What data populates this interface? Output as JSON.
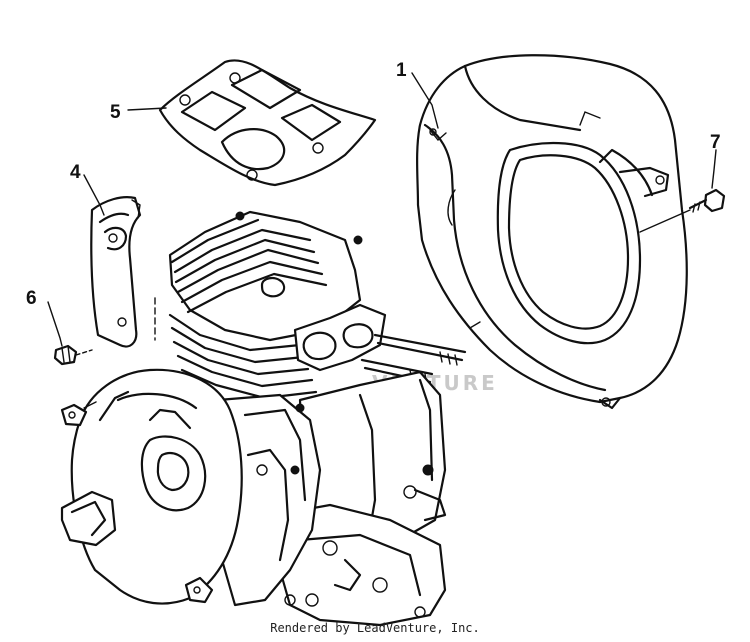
{
  "callouts": [
    {
      "id": "1",
      "label": "1",
      "part": "blower-housing"
    },
    {
      "id": "4",
      "label": "4",
      "part": "side-shield"
    },
    {
      "id": "5",
      "label": "5",
      "part": "cylinder-head-shroud"
    },
    {
      "id": "6",
      "label": "6",
      "part": "screw"
    },
    {
      "id": "7",
      "label": "7",
      "part": "bolt"
    }
  ],
  "watermark": "VENTURE",
  "footer": {
    "credit": "Rendered by LeadVenture, Inc."
  },
  "colors": {
    "line": "#111111",
    "background": "#ffffff",
    "watermark": "#c9c9c9"
  }
}
